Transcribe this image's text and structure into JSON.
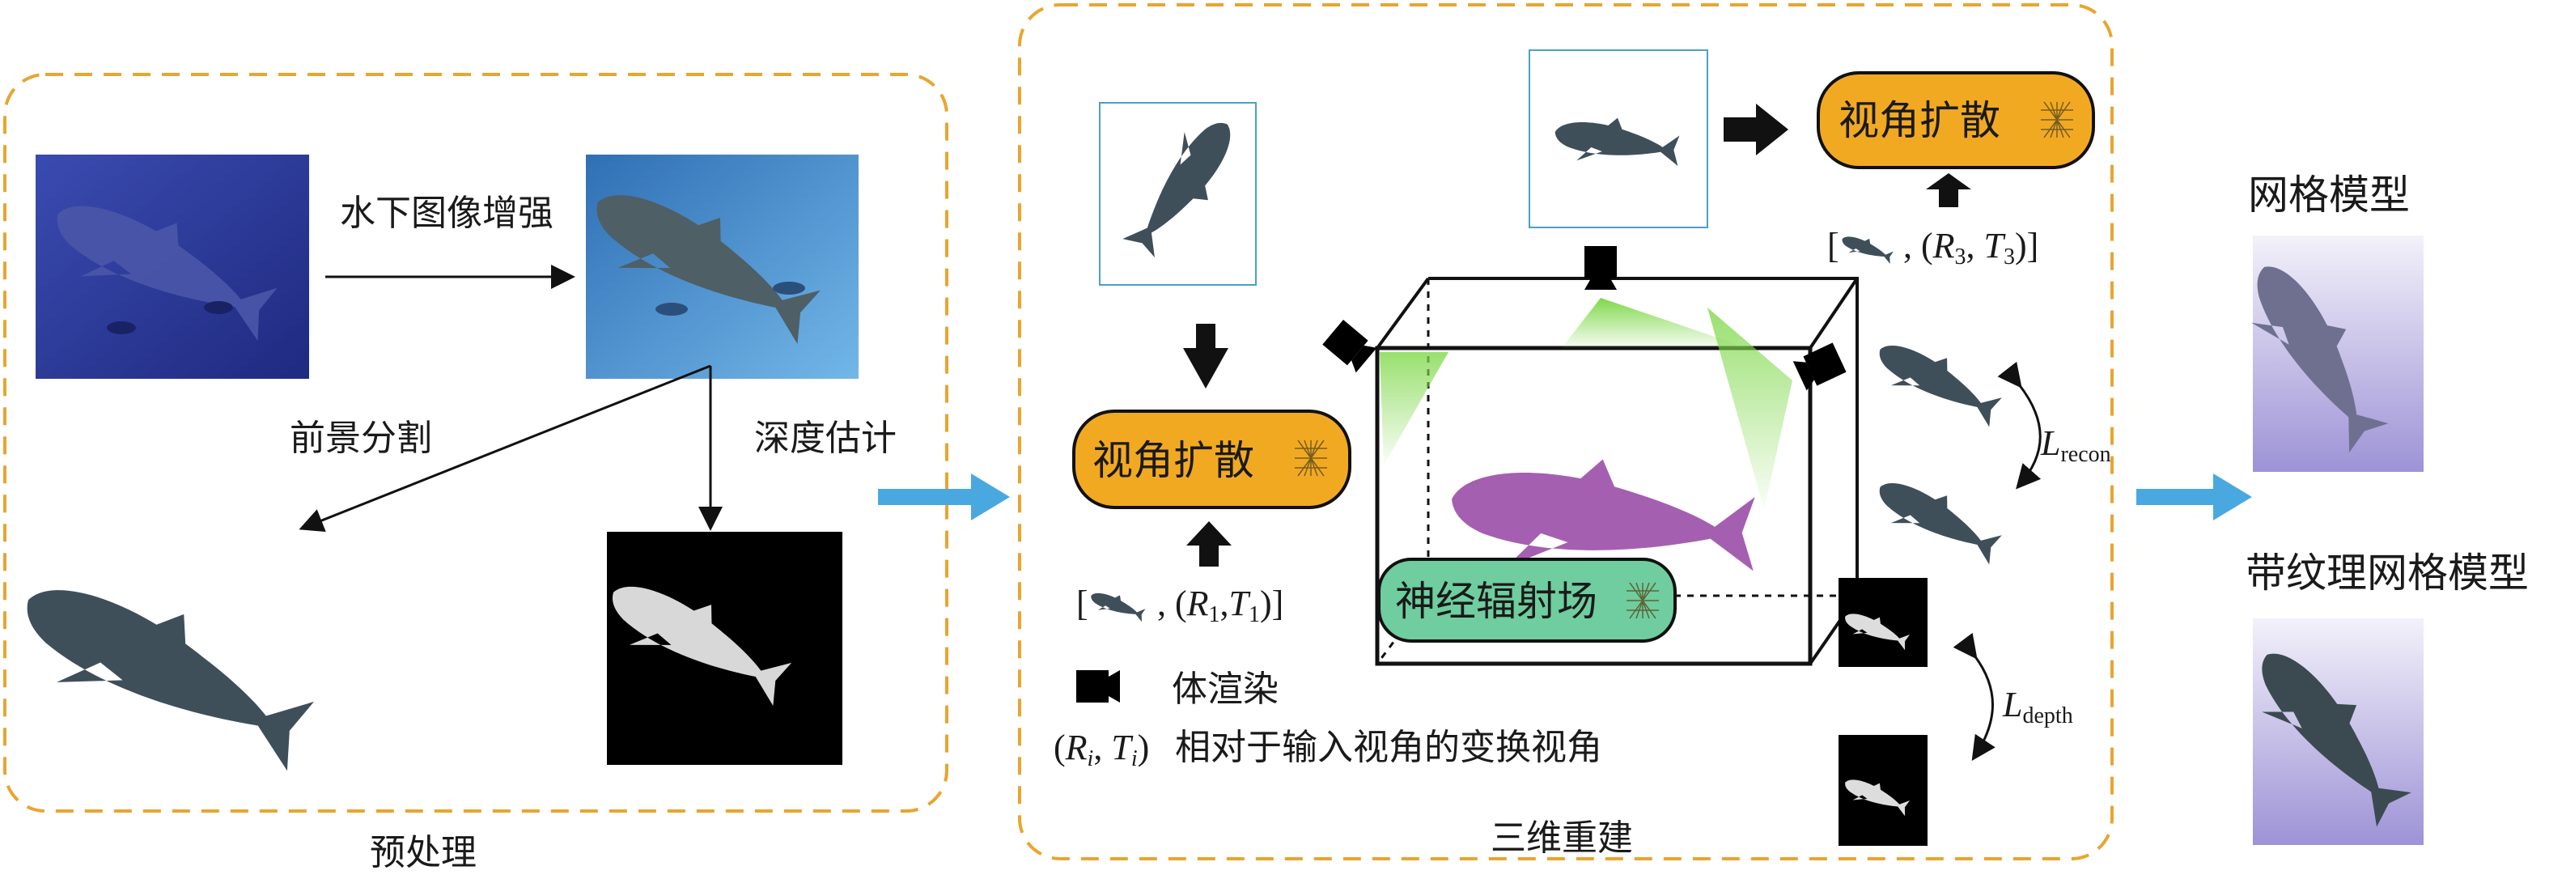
{
  "preprocess": {
    "title": "预处理",
    "enhance_label": "水下图像增强",
    "segment_label": "前景分割",
    "depth_label": "深度估计"
  },
  "reconstruction": {
    "title": "三维重建",
    "view_diffusion_label": "视角扩散",
    "nerf_label": "神经辐射场",
    "cond1": {
      "open": "[",
      "sep": ", (",
      "R": "R",
      "r_sub": "1",
      "comma": ",",
      "T": "T",
      "t_sub": "1",
      "close": ")]"
    },
    "cond3": {
      "open": "[",
      "sep": ", (",
      "R": "R",
      "r_sub": "3",
      "comma": ", ",
      "T": "T",
      "t_sub": "3",
      "close": ")]"
    },
    "legend_render": "体渲染",
    "legend_pose": {
      "open": "(",
      "R": "R",
      "r_sub": "i",
      "comma": ", ",
      "T": "T",
      "t_sub": "i",
      "close": ")",
      "desc": "相对于输入视角的变换视角"
    },
    "loss_recon": {
      "L": "L",
      "sub": "recon"
    },
    "loss_depth": {
      "L": "L",
      "sub": "depth"
    }
  },
  "output": {
    "mesh_label": "网格模型",
    "textured_mesh_label": "带纹理网格模型"
  },
  "colors": {
    "dashed_border": "#e8a530",
    "diffusion_box": "#f2a922",
    "nerf_box": "#6fcd9f",
    "flow_arrow": "#4aa8e0",
    "whale": "#3e4f5a",
    "purple_whale": "#a55fb0",
    "frustum": "#7fd84a"
  }
}
